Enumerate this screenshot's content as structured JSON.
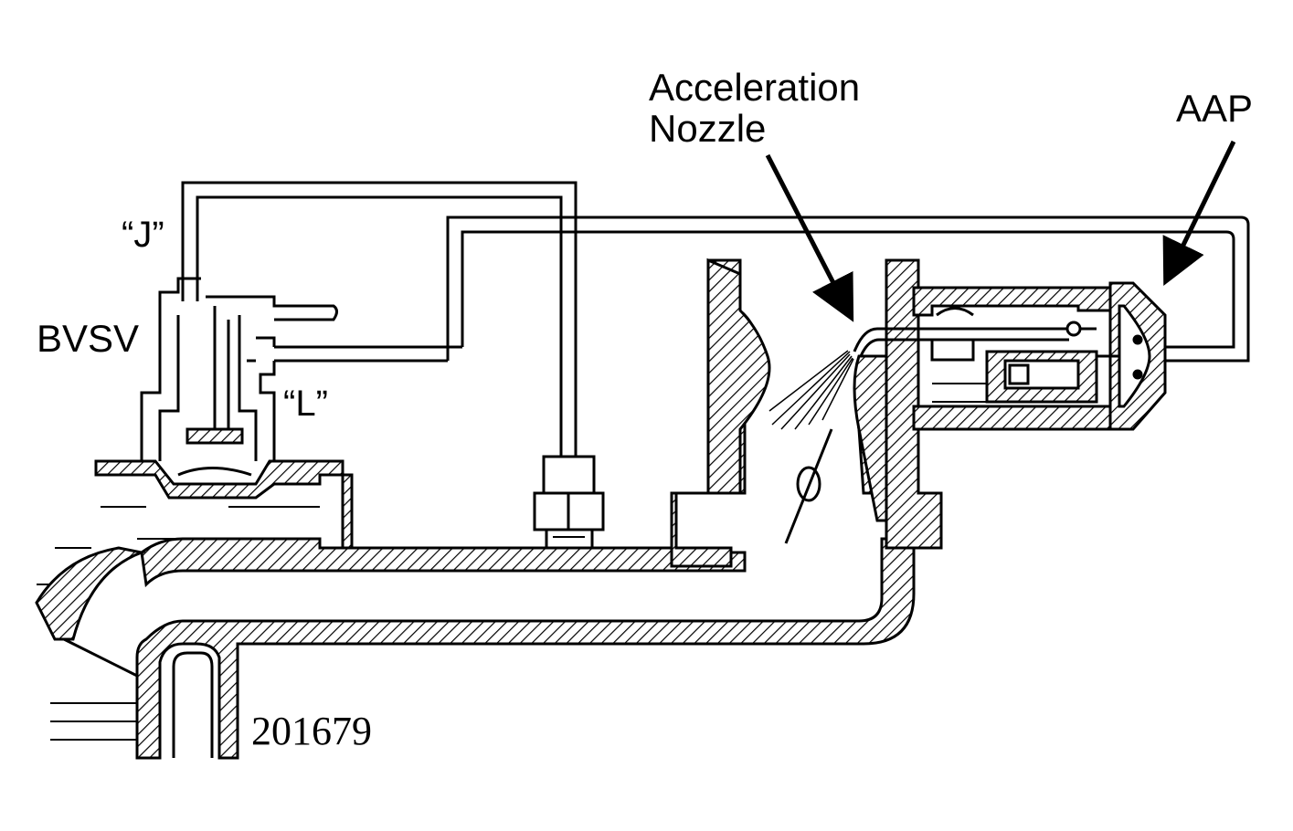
{
  "labels": {
    "acceleration_nozzle_line1": "Acceleration",
    "acceleration_nozzle_line2": "Nozzle",
    "aap": "AAP",
    "j_port": "“J”",
    "bvsv": "BVSV",
    "l_port": "“L”",
    "figure_number": "201679"
  },
  "colors": {
    "ink": "#000000",
    "paper": "#ffffff"
  }
}
